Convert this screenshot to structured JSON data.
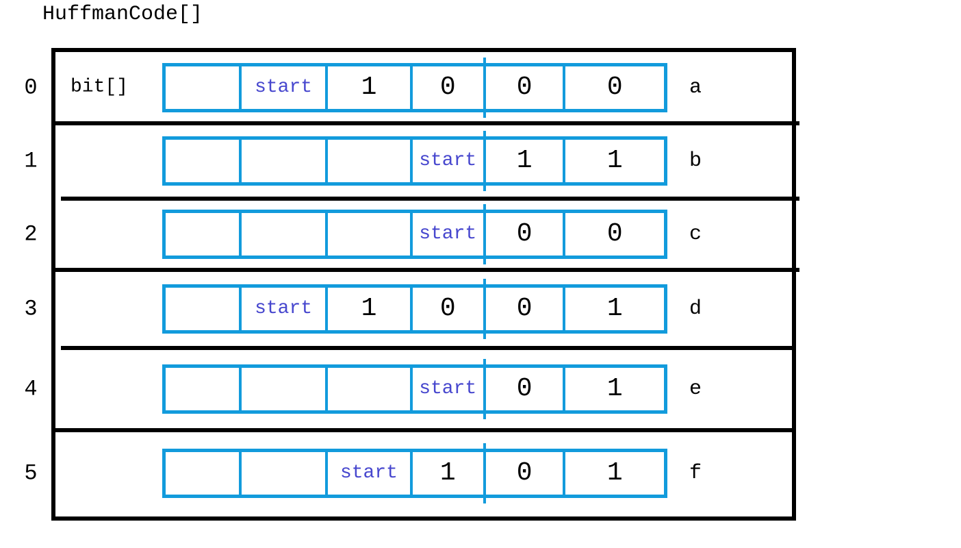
{
  "title": "HuffmanCode[]",
  "bit_label": "bit[]",
  "colors": {
    "box": "#129BDC",
    "start": "#4747CE",
    "line": "#000000"
  },
  "rows": [
    {
      "index": "0",
      "letter": "a",
      "cells": [
        "",
        "start",
        "1",
        "0",
        "0",
        "0"
      ]
    },
    {
      "index": "1",
      "letter": "b",
      "cells": [
        "",
        "",
        "",
        "start",
        "1",
        "1"
      ]
    },
    {
      "index": "2",
      "letter": "c",
      "cells": [
        "",
        "",
        "",
        "start",
        "0",
        "0"
      ]
    },
    {
      "index": "3",
      "letter": "d",
      "cells": [
        "",
        "start",
        "1",
        "0",
        "0",
        "1"
      ]
    },
    {
      "index": "4",
      "letter": "e",
      "cells": [
        "",
        "",
        "",
        "start",
        "0",
        "1"
      ]
    },
    {
      "index": "5",
      "letter": "f",
      "cells": [
        "",
        "",
        "start",
        "1",
        "0",
        "1"
      ]
    }
  ]
}
